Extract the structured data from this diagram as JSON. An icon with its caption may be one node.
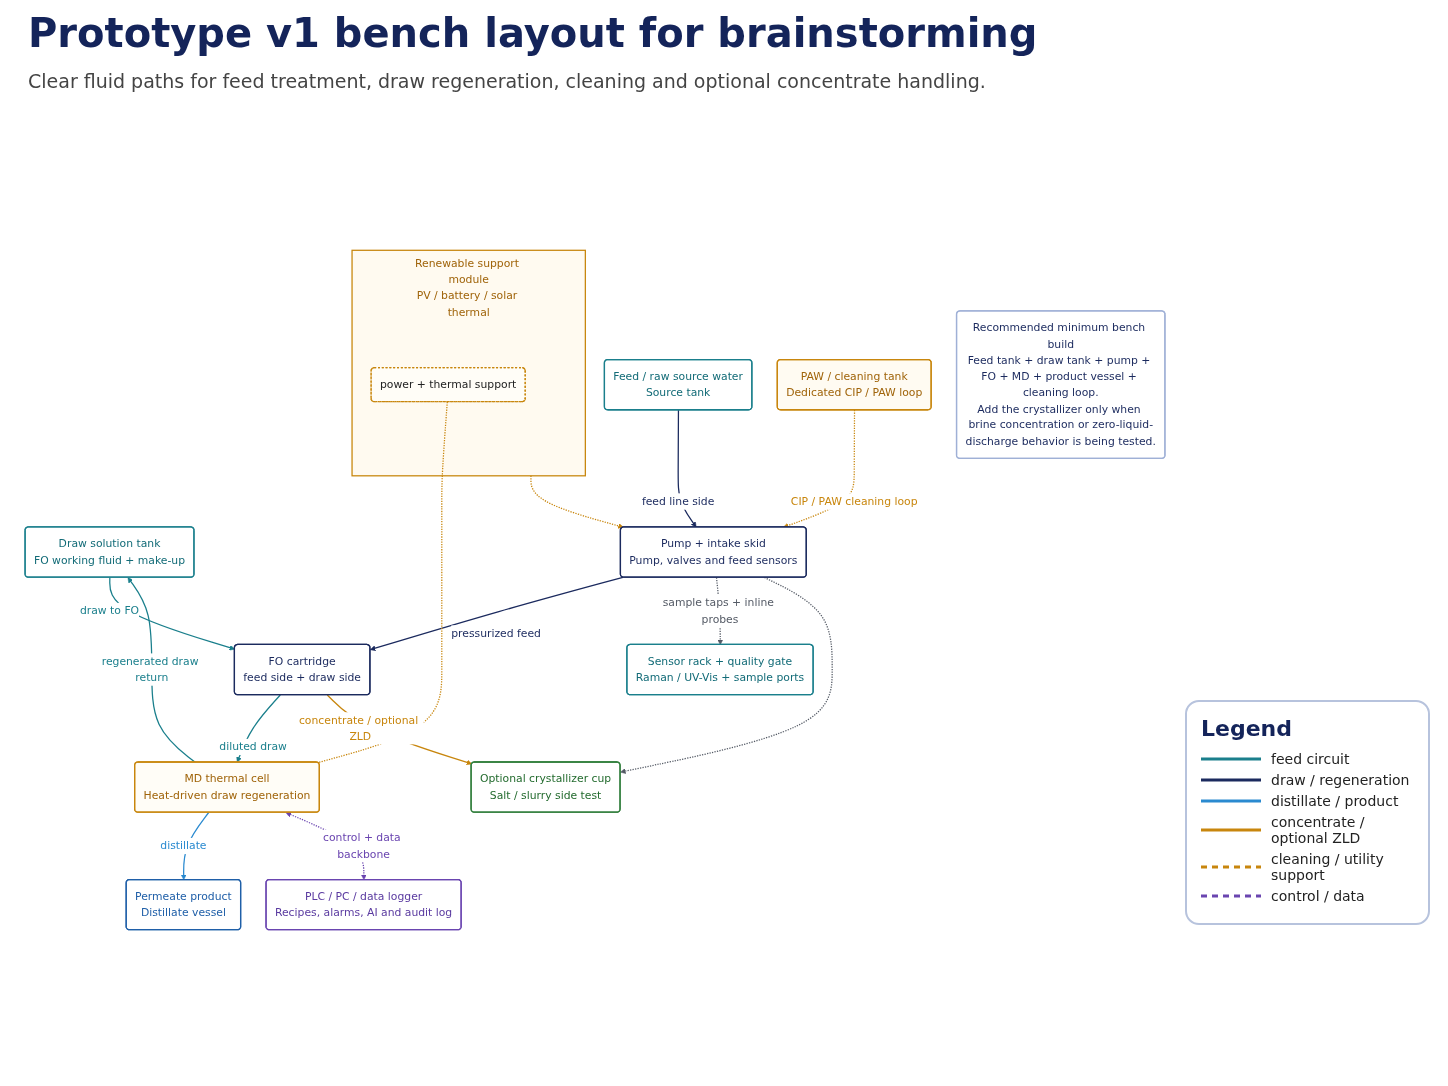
{
  "diagram": {
    "title": "Prototype v1 bench layout for brainstorming",
    "nodes": [
      {
        "text": [
          "Draw solution tank",
          "FO working fluid + make-up"
        ]
      },
      {
        "text": [
          "Renewable support module",
          "PV / battery / solar thermal"
        ]
      },
      {
        "text": [
          "power + thermal support"
        ],
        "in": 1
      },
      {
        "text": [
          "Feed / raw source water",
          "Source tank"
        ]
      },
      {
        "text": [
          "Pump + intake skid",
          "Pump, valves and feed sensors"
        ]
      },
      {
        "text": [
          "FO cartridge",
          "feed side + draw side"
        ]
      },
      {
        "text": [
          "MD thermal cell",
          "Heat-driven draw regeneration"
        ]
      },
      {
        "text": [
          "Permeate product",
          "Distillate vessel"
        ]
      },
      {
        "text": [
          "PAW / cleaning tank",
          "Dedicated CIP / PAW loop"
        ]
      },
      {
        "text": [
          "Sensor rack + quality gate",
          "Raman / UV-Vis + sample ports"
        ]
      },
      {
        "text": [
          "Optional crystallizer cup",
          "Salt / slurry side test"
        ]
      },
      {
        "text": [
          "PLC / PC / data logger",
          "Recipes, alarms, AI and audit log"
        ]
      },
      {
        "text": [
          "Recommended minimum bench build",
          "Feed tank + draw tank + pump + FO + MD + product vessel + cleaning loop.",
          "Add the crystallizer only when brine concentration or zero-liquid-discharge behavior is being tested."
        ]
      }
    ],
    "edges": [
      {
        "from": 3,
        "to": 4,
        "arrow": "to",
        "label": "feed line side",
        "color": "#1b2a5e"
      },
      {
        "from": 4,
        "to": 5,
        "arrow": "to",
        "label": "pressurized feed",
        "color": "#1b2a5e"
      },
      {
        "from": 0,
        "to": 5,
        "arrow": "to",
        "label": "draw to FO",
        "color": "#1a7f8c"
      },
      {
        "from": 5,
        "to": 6,
        "arrow": "to",
        "label": "diluted draw",
        "color": "#1a7f8c"
      },
      {
        "from": 6,
        "to": 0,
        "arrow": "to",
        "label": "regenerated draw return",
        "color": "#1a7f8c"
      },
      {
        "from": 6,
        "to": 7,
        "arrow": "to",
        "label": "distillate",
        "color": "#2a8ad0"
      },
      {
        "from": 5,
        "to": 10,
        "arrow": "to",
        "label": "concentrate / optional ZLD",
        "color": "#c8860d"
      },
      {
        "from": 8,
        "to": 4,
        "arrow": "to",
        "label": "CIP / PAW cleaning loop",
        "color": "#c8860d",
        "style": "dashed"
      },
      {
        "from": 1,
        "to": 4,
        "arrow": "to",
        "color": "#c8860d",
        "style": "dashed"
      },
      {
        "from": 2,
        "to": 6,
        "arrow": "none",
        "color": "#c8860d",
        "style": "dashed"
      },
      {
        "from": 4,
        "to": 9,
        "arrow": "to",
        "label": "sample taps + inline probes",
        "color": "#555b66",
        "style": "dashed"
      },
      {
        "from": 4,
        "to": 10,
        "arrow": "to",
        "color": "#555b66",
        "style": "dashed"
      },
      {
        "from": 6,
        "to": 11,
        "arrow": "both",
        "label": "control + data backbone",
        "color": "#6a45b0",
        "style": "dashed"
      }
    ],
    "labels": [
      "Clear fluid paths for feed treatment, draw regeneration, cleaning and optional concentrate handling.",
      "Legend"
    ],
    "legend": [
      {
        "text": "feed circuit"
      },
      {
        "text": "draw / regeneration"
      },
      {
        "text": "distillate / product"
      },
      {
        "text": "concentrate / optional ZLD"
      },
      {
        "text": "cleaning / utility support"
      },
      {
        "text": "control / data"
      }
    ]
  }
}
